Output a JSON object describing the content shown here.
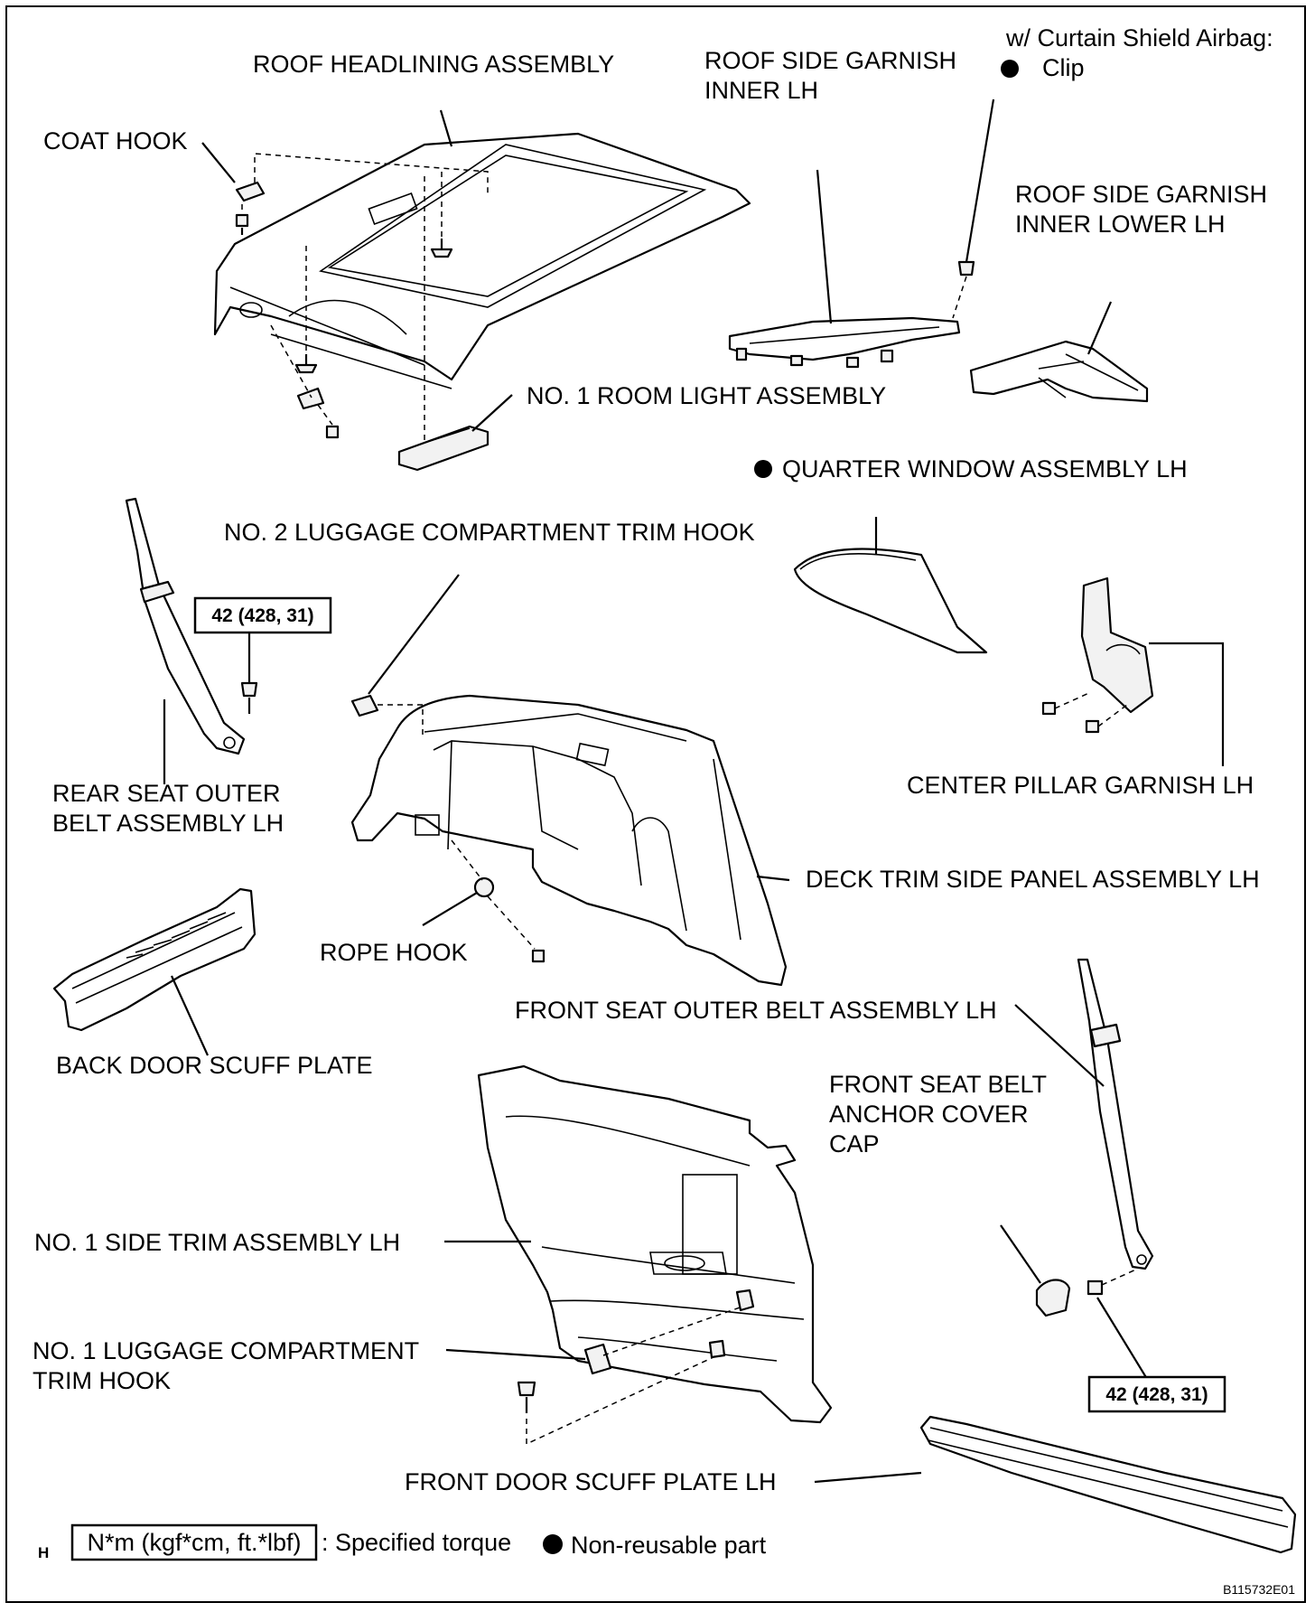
{
  "labels": {
    "roof_headlining": "ROOF HEADLINING ASSEMBLY",
    "roof_side_garnish_inner_1": "ROOF SIDE GARNISH",
    "roof_side_garnish_inner_2": "INNER LH",
    "curtain_airbag": "w/ Curtain Shield Airbag:",
    "clip": "Clip",
    "coat_hook": "COAT HOOK",
    "roof_side_garnish_lower_1": "ROOF SIDE GARNISH",
    "roof_side_garnish_lower_2": "INNER LOWER LH",
    "room_light": "NO. 1 ROOM LIGHT ASSEMBLY",
    "quarter_window": "QUARTER WINDOW ASSEMBLY LH",
    "luggage_hook_2": "NO. 2 LUGGAGE COMPARTMENT TRIM HOOK",
    "rear_belt_1": "REAR SEAT OUTER",
    "rear_belt_2": "BELT ASSEMBLY LH",
    "center_pillar": "CENTER PILLAR GARNISH LH",
    "deck_trim": "DECK TRIM SIDE PANEL ASSEMBLY LH",
    "rope_hook": "ROPE HOOK",
    "front_belt": "FRONT SEAT OUTER BELT ASSEMBLY LH",
    "back_door_scuff": "BACK DOOR SCUFF PLATE",
    "anchor_cover_1": "FRONT SEAT BELT",
    "anchor_cover_2": "ANCHOR COVER",
    "anchor_cover_3": "CAP",
    "side_trim": "NO. 1 SIDE TRIM ASSEMBLY LH",
    "luggage_hook_1_a": "NO. 1  LUGGAGE COMPARTMENT",
    "luggage_hook_1_b": "TRIM HOOK",
    "front_door_scuff": "FRONT DOOR SCUFF PLATE LH"
  },
  "torque": {
    "rear_belt": "42 (428, 31)",
    "front_belt": "42 (428, 31)"
  },
  "legend": {
    "torque_unit": "N*m (kgf*cm, ft.*lbf)",
    "torque_desc": ": Specified torque",
    "non_reusable": "Non-reusable part",
    "section": "H",
    "figure_id": "B115732E01"
  },
  "colors": {
    "line": "#000000",
    "background": "#ffffff",
    "part_fill": "#f2f2f2"
  }
}
